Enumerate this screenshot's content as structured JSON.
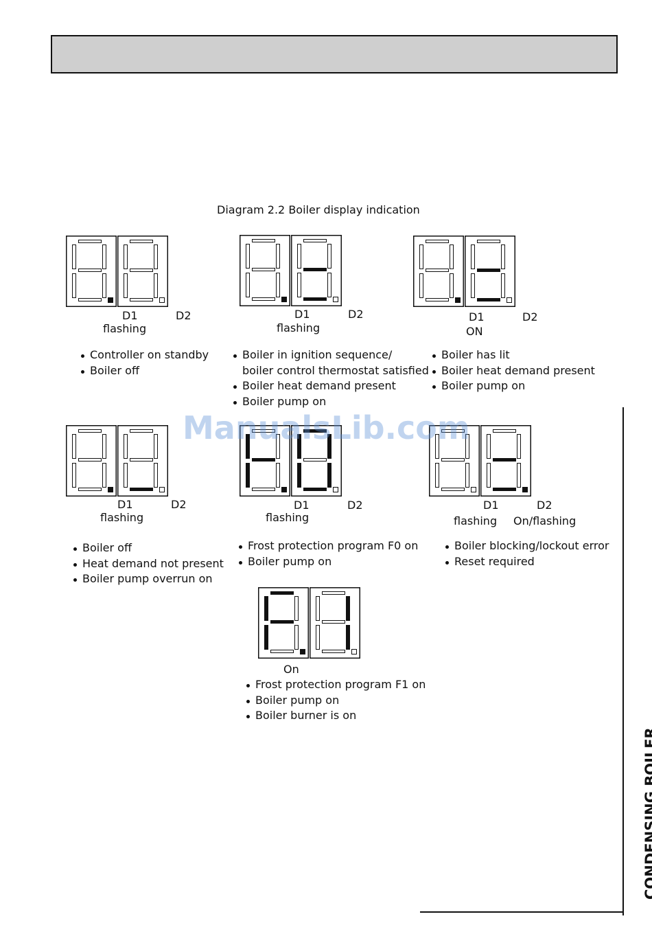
{
  "header": {
    "title": ""
  },
  "diagram": {
    "title": "Diagram 2.2 Boiler display indication"
  },
  "side_label": "CONDENSING BOILER",
  "watermark": "ManualsLib.com",
  "panels": [
    {
      "d1_label": "D1",
      "d2_label": "D2",
      "status": "flashing",
      "status2": "",
      "d1_segments": [],
      "d1_dot": true,
      "d2_segments": [],
      "d2_dot": false,
      "bullets": [
        "Controller on standby",
        "Boiler off"
      ]
    },
    {
      "d1_label": "D1",
      "d2_label": "D2",
      "status": "flashing",
      "status2": "",
      "d1_segments": [],
      "d1_dot": true,
      "d2_segments": [
        "g",
        "d"
      ],
      "d2_dot": false,
      "bullets": [
        "Boiler in ignition sequence/",
        "boiler control thermostat satisfied",
        "Boiler heat demand present",
        "Boiler pump on"
      ]
    },
    {
      "d1_label": "D1",
      "d2_label": "D2",
      "status": "ON",
      "status2": "",
      "d1_segments": [],
      "d1_dot": true,
      "d2_segments": [
        "g",
        "d"
      ],
      "d2_dot": false,
      "bullets": [
        "Boiler has lit",
        "Boiler heat demand present",
        "Boiler pump on"
      ]
    },
    {
      "d1_label": "D1",
      "d2_label": "D2",
      "status": "flashing",
      "status2": "",
      "d1_segments": [],
      "d1_dot": true,
      "d2_segments": [
        "d"
      ],
      "d2_dot": false,
      "bullets": [
        "Boiler off",
        "Heat demand not present",
        "Boiler pump overrun on"
      ]
    },
    {
      "d1_label": "D1",
      "d2_label": "D2",
      "status": "flashing",
      "status2": "",
      "d1_segments": [
        "f",
        "e",
        "g"
      ],
      "d1_dot": true,
      "d2_segments": [
        "a",
        "b",
        "c",
        "d",
        "e",
        "f"
      ],
      "d2_dot": false,
      "bullets": [
        "Frost protection program F0 on",
        "Boiler pump on"
      ]
    },
    {
      "d1_label": "D1",
      "d2_label": "D2",
      "status": "flashing",
      "status2": "On/flashing",
      "d1_segments": [],
      "d1_dot": false,
      "d2_segments": [
        "g",
        "d"
      ],
      "d2_dot": true,
      "bullets": [
        "Boiler blocking/lockout error",
        "Reset required"
      ]
    },
    {
      "d1_label": "",
      "d2_label": "",
      "status": "On",
      "status2": "",
      "d1_segments": [
        "a",
        "f",
        "e",
        "g"
      ],
      "d1_dot": true,
      "d2_segments": [
        "b",
        "c"
      ],
      "d2_dot": false,
      "bullets": [
        "Frost protection program F1 on",
        "Boiler pump on",
        "Boiler burner is on"
      ]
    }
  ]
}
